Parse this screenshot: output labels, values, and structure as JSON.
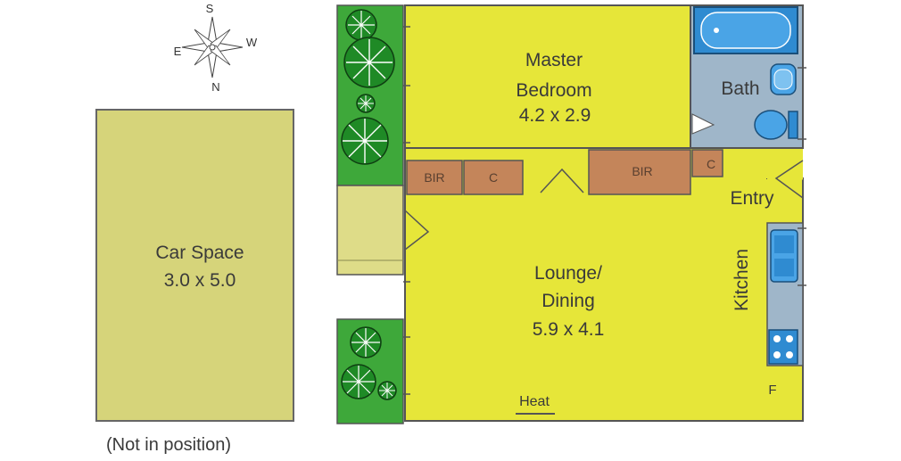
{
  "compass": {
    "north": "N",
    "south": "S",
    "east": "E",
    "west": "W"
  },
  "car_space": {
    "name": "Car Space",
    "dims": "3.0 x 5.0",
    "note": "(Not in position)"
  },
  "rooms": {
    "master_bedroom": {
      "line1": "Master",
      "line2": "Bedroom",
      "dims": "4.2 x 2.9"
    },
    "bath": {
      "name": "Bath"
    },
    "entry": {
      "name": "Entry"
    },
    "lounge_dining": {
      "line1": "Lounge/",
      "line2": "Dining",
      "dims": "5.9 x 4.1"
    },
    "kitchen": {
      "name": "Kitchen"
    }
  },
  "storage": {
    "bir_left": "BIR",
    "c_left": "C",
    "bir_right": "BIR",
    "c_right": "C"
  },
  "fixtures": {
    "heat": "Heat",
    "fridge": "F"
  },
  "colors": {
    "room": "#e6e639",
    "car_space": "#d6d47a",
    "wet_area": "#9fb6c9",
    "robe": "#c4855a",
    "garden": "#3ea83a",
    "wall": "#555555"
  }
}
